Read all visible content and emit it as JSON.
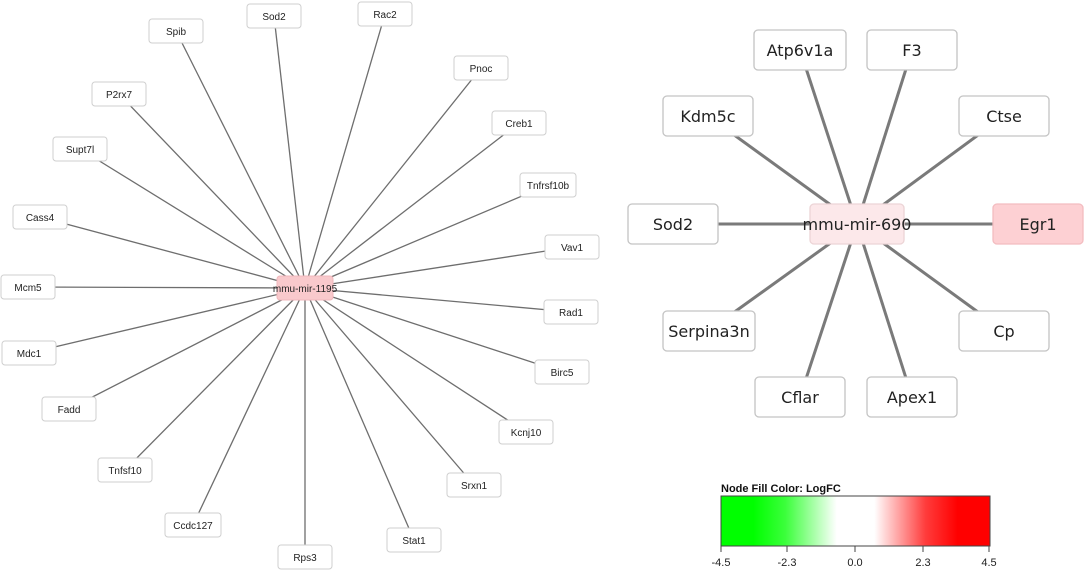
{
  "network_left": {
    "center": {
      "label": "mmu-mir-1195",
      "fill": "#f9c9cc"
    },
    "targets": [
      {
        "label": "Sod2",
        "fill": "#ffffff"
      },
      {
        "label": "Rac2",
        "fill": "#ffffff"
      },
      {
        "label": "Spib",
        "fill": "#ffffff"
      },
      {
        "label": "Pnoc",
        "fill": "#ffffff"
      },
      {
        "label": "P2rx7",
        "fill": "#ffffff"
      },
      {
        "label": "Creb1",
        "fill": "#ffffff"
      },
      {
        "label": "Supt7l",
        "fill": "#ffffff"
      },
      {
        "label": "Tnfrsf10b",
        "fill": "#fce8ea"
      },
      {
        "label": "Cass4",
        "fill": "#ffffff"
      },
      {
        "label": "Vav1",
        "fill": "#ffffff"
      },
      {
        "label": "Mcm5",
        "fill": "#ffffff"
      },
      {
        "label": "Rad1",
        "fill": "#ffffff"
      },
      {
        "label": "Mdc1",
        "fill": "#ffffff"
      },
      {
        "label": "Birc5",
        "fill": "#ffffff"
      },
      {
        "label": "Fadd",
        "fill": "#ffffff"
      },
      {
        "label": "Kcnj10",
        "fill": "#ffffff"
      },
      {
        "label": "Tnfsf10",
        "fill": "#ffffff"
      },
      {
        "label": "Srxn1",
        "fill": "#ffffff"
      },
      {
        "label": "Ccdc127",
        "fill": "#ffffff"
      },
      {
        "label": "Stat1",
        "fill": "#ffffff"
      },
      {
        "label": "Rps3",
        "fill": "#ffffff"
      }
    ]
  },
  "network_right": {
    "center": {
      "label": "mmu-mir-690",
      "fill": "#fce8ea"
    },
    "targets": [
      {
        "label": "Atp6v1a",
        "fill": "#ffffff"
      },
      {
        "label": "F3",
        "fill": "#ffffff"
      },
      {
        "label": "Kdm5c",
        "fill": "#ffffff"
      },
      {
        "label": "Ctse",
        "fill": "#ffffff"
      },
      {
        "label": "Sod2",
        "fill": "#ffffff"
      },
      {
        "label": "Egr1",
        "fill": "#fdd0d3"
      },
      {
        "label": "Serpina3n",
        "fill": "#ffffff"
      },
      {
        "label": "Cp",
        "fill": "#ffffff"
      },
      {
        "label": "Cflar",
        "fill": "#ffffff"
      },
      {
        "label": "Apex1",
        "fill": "#ffffff"
      }
    ]
  },
  "legend": {
    "title": "Node Fill Color:  LogFC",
    "ticks": [
      "-4.5",
      "-2.3",
      "0.0",
      "2.3",
      "4.5"
    ],
    "tick_values": [
      -4.5,
      -2.3,
      0.0,
      2.3,
      4.5
    ],
    "range": [
      -4.5,
      4.5
    ],
    "colors": {
      "low": "#00ff00",
      "mid": "#ffffff",
      "high": "#ff0000"
    }
  }
}
